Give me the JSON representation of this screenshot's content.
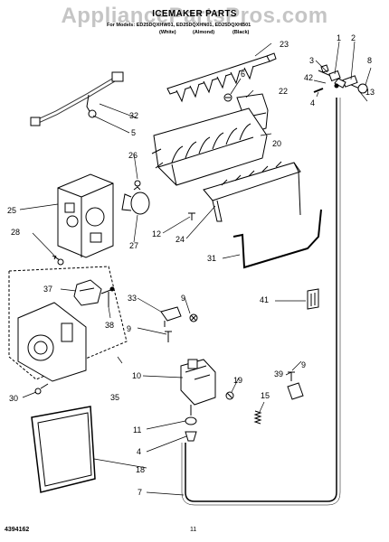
{
  "header": {
    "watermark": "AppliancePartsPros.com",
    "title": "ICEMAKER PARTS",
    "model_line": "For Models: ED25DQXHW01, ED25DQXHN01, ED25DQXHB01",
    "color_white": "(White)",
    "color_almond": "(Almond)",
    "color_black": "(Black)"
  },
  "callouts": {
    "c1": "1",
    "c2": "2",
    "c3": "3",
    "c4a": "4",
    "c4b": "4",
    "c5": "5",
    "c6": "6",
    "c7": "7",
    "c8": "8",
    "c9a": "9",
    "c9b": "9",
    "c9c": "9",
    "c10": "10",
    "c11": "11",
    "c12": "12",
    "c13": "13",
    "c15": "15",
    "c18": "18",
    "c19": "19",
    "c20": "20",
    "c22": "22",
    "c23": "23",
    "c24": "24",
    "c25": "25",
    "c26": "26",
    "c27": "27",
    "c28": "28",
    "c30": "30",
    "c31": "31",
    "c32": "32",
    "c33": "33",
    "c35": "35",
    "c37": "37",
    "c38": "38",
    "c39": "39",
    "c41": "41",
    "c42": "42"
  },
  "footer": {
    "doc_number": "4394162",
    "page_number": "11"
  }
}
